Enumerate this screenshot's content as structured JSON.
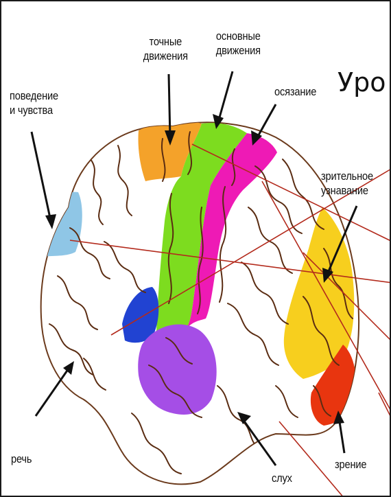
{
  "slide": {
    "title": "Уро"
  },
  "labels": {
    "precise_movements": "точные\nдвижения",
    "basic_movements": "основные\nдвижения",
    "touch": "осязание",
    "behavior_feelings": "поведение\nи чувства",
    "visual_recognition": "зрительное\nузнавание",
    "speech": "речь",
    "hearing": "слух",
    "vision": "зрение"
  },
  "colors": {
    "behavior": "#8fc6e6",
    "precise_movements": "#f4a22a",
    "basic_movements": "#7ddc1f",
    "touch": "#ee1ab5",
    "visual_recognition": "#f7cf1e",
    "vision": "#e8350f",
    "speech": "#2143d2",
    "hearing": "#a54ee6",
    "brain_base": "#ffffff",
    "gyri_lines": "#5a2c12",
    "annotation_lines": "#b32a1c"
  }
}
